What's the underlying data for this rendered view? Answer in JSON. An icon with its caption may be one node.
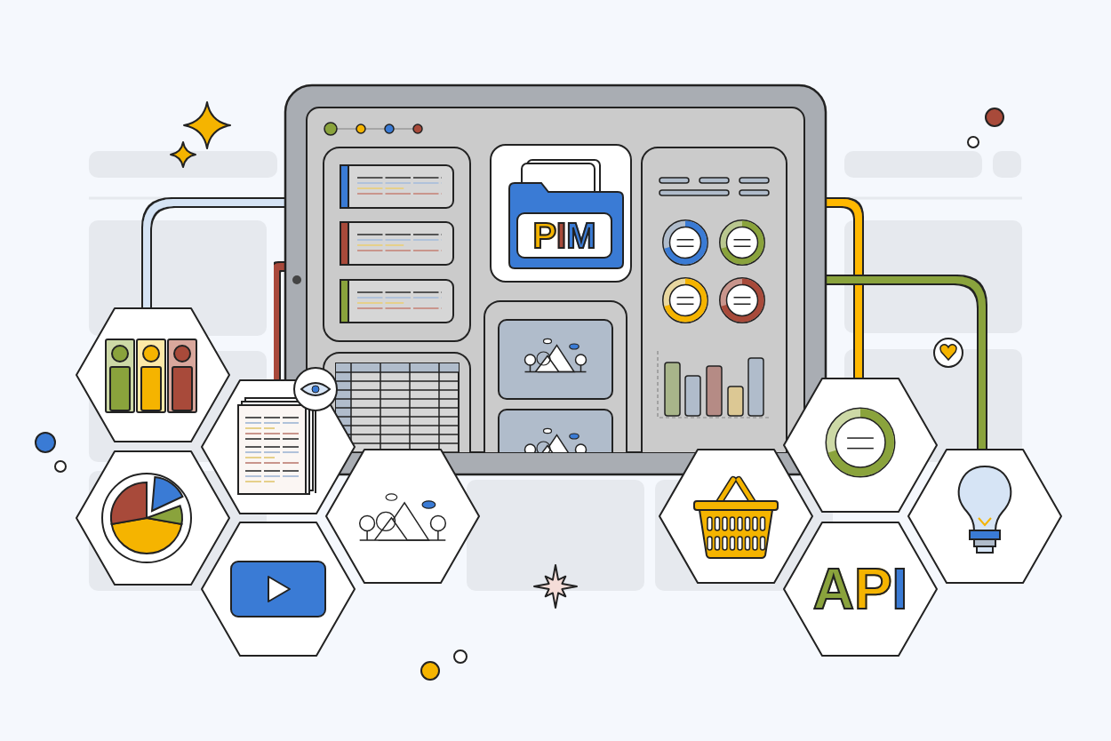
{
  "diagram": {
    "nodes": [
      {
        "text": [],
        "shape": "picture"
      },
      {
        "text": [
          "PIM"
        ],
        "in": 0
      },
      {
        "text": [],
        "shape": "hexagon"
      },
      {
        "text": [],
        "shape": "hexagon"
      },
      {
        "text": [],
        "shape": "hexagon"
      },
      {
        "text": [],
        "shape": "hexagon"
      },
      {
        "text": [],
        "shape": "hexagon"
      },
      {
        "text": [],
        "shape": "hexagon"
      },
      {
        "text": [],
        "shape": "hexagon"
      },
      {
        "text": [
          "API"
        ]
      },
      {
        "text": [],
        "shape": "hexagon"
      }
    ],
    "edges": [
      {
        "from": 0,
        "to": 2,
        "arrow": "none",
        "color": "#d6e4f5"
      },
      {
        "from": 0,
        "to": 2,
        "arrow": "none",
        "color": "#3a7bd5"
      },
      {
        "from": 2,
        "to": 3,
        "arrow": "none",
        "color": "#3a7bd5"
      },
      {
        "from": 0,
        "to": 4,
        "arrow": "none",
        "color": "#a84a3a"
      },
      {
        "from": 0,
        "to": 8,
        "arrow": "none",
        "color": "#ffb800"
      },
      {
        "from": 0,
        "to": 10,
        "arrow": "none",
        "color": "#8aa33c"
      }
    ]
  }
}
